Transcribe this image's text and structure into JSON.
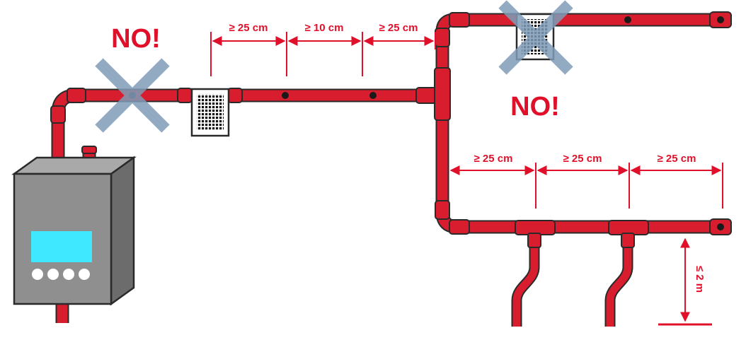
{
  "labels": {
    "no_left": "NO!",
    "no_right": "NO!",
    "top_dim_1": "≥ 25 cm",
    "top_dim_2": "≥ 10 cm",
    "top_dim_3": "≥ 25 cm",
    "branch_dim_1": "≥ 25 cm",
    "branch_dim_2": "≥ 25 cm",
    "branch_dim_3": "≥ 25 cm",
    "height_dim": "≤ 2 m"
  },
  "colors": {
    "pipe": "#d81e2e",
    "pipe_outline": "#2a2a2a",
    "annotation": "#e0102a",
    "forbidden_cross": "#7f9cb8",
    "boiler_front": "#8f8f8f",
    "boiler_side": "#6c6c6c",
    "boiler_top": "#a9a9a9",
    "boiler_screen": "#3fe8ff"
  },
  "icons": {
    "forbidden": "x-mark",
    "sensor": "grille-sensor",
    "boiler": "boiler-unit",
    "pipe_clip": "pipe-clip-dot"
  }
}
